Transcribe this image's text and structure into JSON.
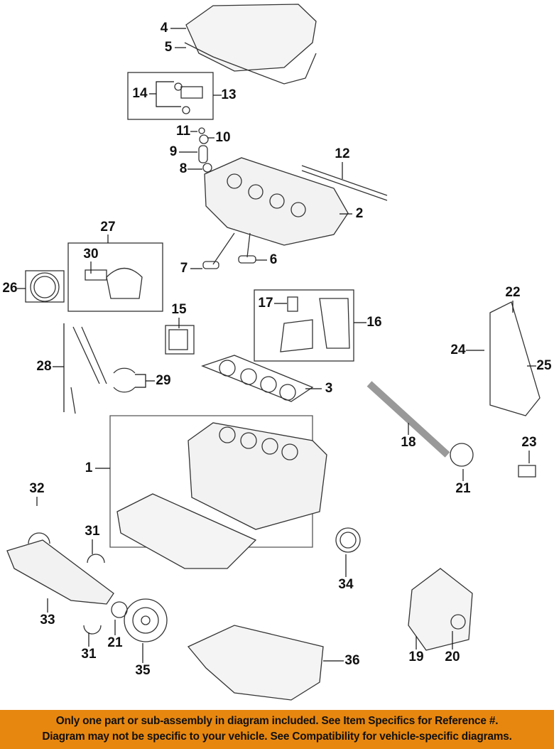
{
  "callouts": [
    {
      "id": "c4",
      "label": "4"
    },
    {
      "id": "c5",
      "label": "5"
    },
    {
      "id": "c14",
      "label": "14"
    },
    {
      "id": "c13",
      "label": "13"
    },
    {
      "id": "c11",
      "label": "11"
    },
    {
      "id": "c10",
      "label": "10"
    },
    {
      "id": "c9",
      "label": "9"
    },
    {
      "id": "c8",
      "label": "8"
    },
    {
      "id": "c12",
      "label": "12"
    },
    {
      "id": "c2",
      "label": "2"
    },
    {
      "id": "c27",
      "label": "27"
    },
    {
      "id": "c30",
      "label": "30"
    },
    {
      "id": "c26",
      "label": "26"
    },
    {
      "id": "c7",
      "label": "7"
    },
    {
      "id": "c6",
      "label": "6"
    },
    {
      "id": "c15",
      "label": "15"
    },
    {
      "id": "c17",
      "label": "17"
    },
    {
      "id": "c16",
      "label": "16"
    },
    {
      "id": "c22",
      "label": "22"
    },
    {
      "id": "c24",
      "label": "24"
    },
    {
      "id": "c25",
      "label": "25"
    },
    {
      "id": "c28",
      "label": "28"
    },
    {
      "id": "c29",
      "label": "29"
    },
    {
      "id": "c3",
      "label": "3"
    },
    {
      "id": "c18",
      "label": "18"
    },
    {
      "id": "c23",
      "label": "23"
    },
    {
      "id": "c1",
      "label": "1"
    },
    {
      "id": "c21a",
      "label": "21"
    },
    {
      "id": "c32",
      "label": "32"
    },
    {
      "id": "c31a",
      "label": "31"
    },
    {
      "id": "c34",
      "label": "34"
    },
    {
      "id": "c33",
      "label": "33"
    },
    {
      "id": "c21b",
      "label": "21"
    },
    {
      "id": "c31b",
      "label": "31"
    },
    {
      "id": "c35",
      "label": "35"
    },
    {
      "id": "c36",
      "label": "36"
    },
    {
      "id": "c19",
      "label": "19"
    },
    {
      "id": "c20",
      "label": "20"
    }
  ],
  "banner": {
    "line1": "Only one part or sub-assembly in diagram included. See Item Specifics for Reference #.",
    "line2": "Diagram may not be specific to your vehicle. See Compatibility for vehicle-specific diagrams.",
    "color": "#E8870F"
  }
}
